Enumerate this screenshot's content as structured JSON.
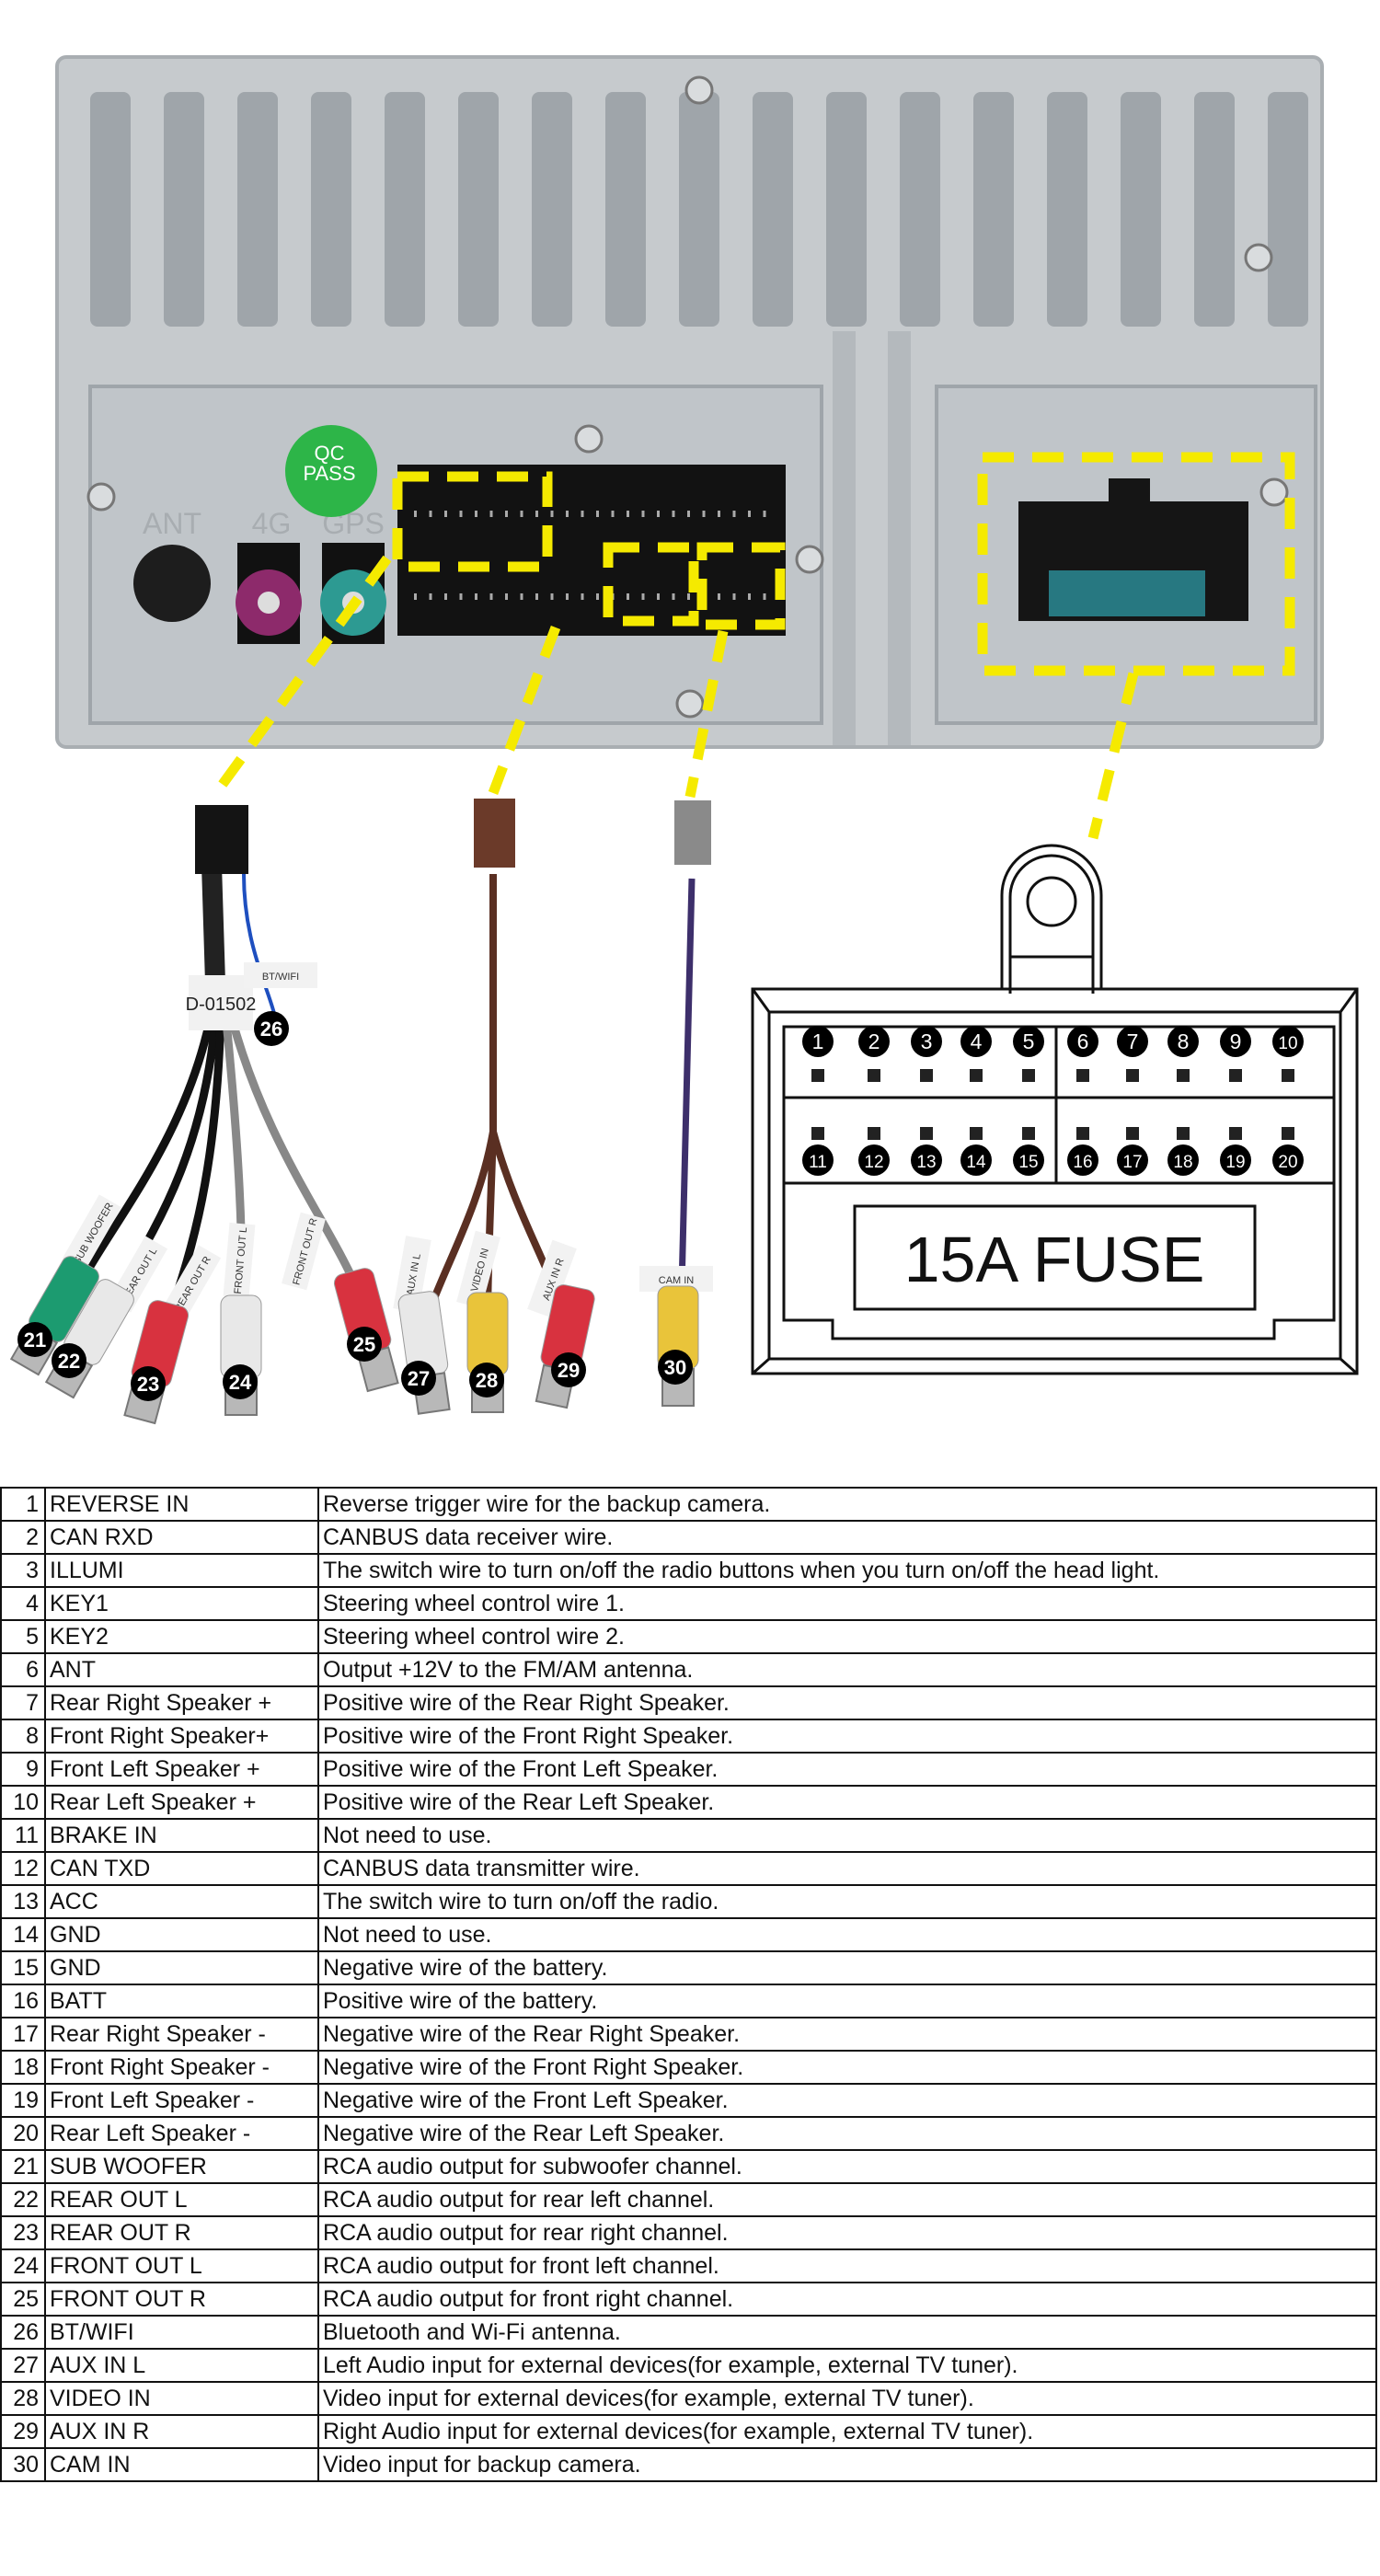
{
  "device": {
    "port_labels": {
      "ant": "ANT",
      "g4": "4G",
      "gps": "GPS"
    },
    "qc_sticker": {
      "line1": "QC",
      "line2": "PASS"
    }
  },
  "harness": {
    "sticker": "D-01502",
    "wire_labels": [
      "SUB WOOFER",
      "REAR OUT L",
      "REAR OUT R",
      "FRONT OUT L",
      "FRONT OUT R",
      "BT/WIFI",
      "AUX IN L",
      "VIDEO IN",
      "AUX IN R",
      "CAM IN"
    ]
  },
  "callouts": [
    "21",
    "22",
    "23",
    "24",
    "25",
    "26",
    "27",
    "28",
    "29",
    "30"
  ],
  "connector": {
    "pins": [
      "1",
      "2",
      "3",
      "4",
      "5",
      "6",
      "7",
      "8",
      "9",
      "10",
      "11",
      "12",
      "13",
      "14",
      "15",
      "16",
      "17",
      "18",
      "19",
      "20"
    ],
    "fuse_label": "15A FUSE"
  },
  "colors": {
    "highlight": "#f5ea00",
    "panel": "#c9cdd0",
    "green_rca": "#1c9b70",
    "red_rca": "#d8323f",
    "yellow_rca": "#e9c43a",
    "white_rca": "#e8e8e8"
  },
  "table": {
    "rows": [
      {
        "no": "1",
        "name": "REVERSE IN",
        "desc": "Reverse trigger wire for the backup camera."
      },
      {
        "no": "2",
        "name": "CAN RXD",
        "desc": "CANBUS data receiver wire."
      },
      {
        "no": "3",
        "name": "ILLUMI",
        "desc": "The switch wire to turn on/off the radio buttons when you turn on/off the head light."
      },
      {
        "no": "4",
        "name": "KEY1",
        "desc": "Steering wheel control wire 1."
      },
      {
        "no": "5",
        "name": "KEY2",
        "desc": "Steering wheel control wire 2."
      },
      {
        "no": "6",
        "name": "ANT",
        "desc": "Output +12V to the FM/AM antenna."
      },
      {
        "no": "7",
        "name": "Rear Right Speaker +",
        "desc": "Positive wire of the Rear Right Speaker."
      },
      {
        "no": "8",
        "name": "Front Right Speaker+",
        "desc": "Positive wire of the Front Right Speaker."
      },
      {
        "no": "9",
        "name": "Front Left Speaker +",
        "desc": "Positive wire of the Front Left Speaker."
      },
      {
        "no": "10",
        "name": "Rear Left Speaker +",
        "desc": "Positive wire of the Rear Left Speaker."
      },
      {
        "no": "11",
        "name": "BRAKE IN",
        "desc": "Not need to use."
      },
      {
        "no": "12",
        "name": "CAN TXD",
        "desc": "CANBUS data transmitter wire."
      },
      {
        "no": "13",
        "name": "ACC",
        "desc": "The switch wire to turn on/off the radio."
      },
      {
        "no": "14",
        "name": "GND",
        "desc": "Not need to use."
      },
      {
        "no": "15",
        "name": "GND",
        "desc": "Negative wire of the battery."
      },
      {
        "no": "16",
        "name": "BATT",
        "desc": "Positive wire of the battery."
      },
      {
        "no": "17",
        "name": "Rear Right Speaker -",
        "desc": "Negative wire of the Rear Right Speaker."
      },
      {
        "no": "18",
        "name": "Front Right Speaker -",
        "desc": "Negative wire of the Front Right Speaker."
      },
      {
        "no": "19",
        "name": "Front Left Speaker -",
        "desc": "Negative wire of the Front Left Speaker."
      },
      {
        "no": "20",
        "name": "Rear Left Speaker -",
        "desc": "Negative wire of the Rear Left Speaker."
      },
      {
        "no": "21",
        "name": "SUB WOOFER",
        "desc": "RCA audio output for subwoofer channel."
      },
      {
        "no": "22",
        "name": "REAR OUT L",
        "desc": "RCA audio output for rear left channel."
      },
      {
        "no": "23",
        "name": "REAR OUT R",
        "desc": "RCA audio output for rear right channel."
      },
      {
        "no": "24",
        "name": "FRONT OUT L",
        "desc": "RCA audio output for front left channel."
      },
      {
        "no": "25",
        "name": "FRONT OUT R",
        "desc": "RCA audio output for front right channel."
      },
      {
        "no": "26",
        "name": "BT/WIFI",
        "desc": "Bluetooth and Wi-Fi antenna."
      },
      {
        "no": "27",
        "name": "AUX IN L",
        "desc": "Left Audio input for external devices(for example, external TV tuner)."
      },
      {
        "no": "28",
        "name": "VIDEO IN",
        "desc": "Video input for external devices(for example, external TV tuner)."
      },
      {
        "no": "29",
        "name": "AUX IN R",
        "desc": "Right Audio input for external devices(for example, external TV tuner)."
      },
      {
        "no": "30",
        "name": "CAM IN",
        "desc": "Video input for backup camera."
      }
    ]
  }
}
